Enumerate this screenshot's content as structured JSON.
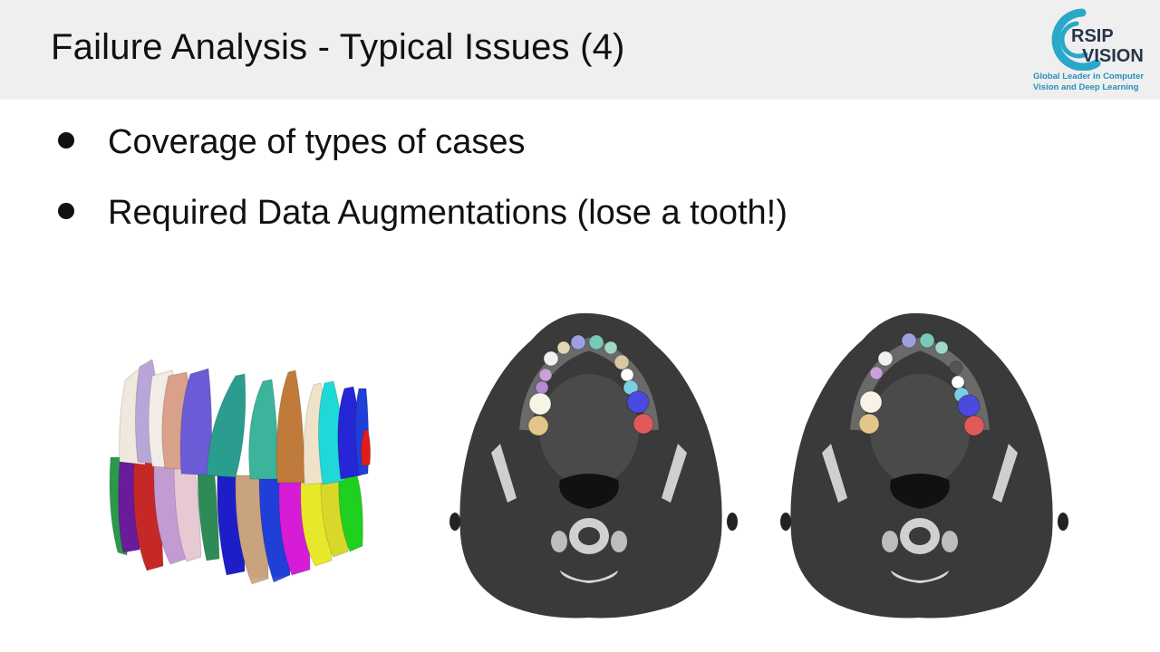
{
  "slide": {
    "title": "Failure Analysis - Typical Issues (4)",
    "bullets": [
      "Coverage of types of cases",
      "Required Data Augmentations (lose a tooth!)"
    ]
  },
  "logo": {
    "line1": "RSIP",
    "line2": "VISION",
    "tagline_1": "Global Leader in Computer",
    "tagline_2": "Vision and Deep Learning",
    "colors": {
      "arc": "#2aa8c9",
      "text": "#27344a",
      "tagline": "#2a8fb8"
    }
  },
  "figures": {
    "teeth_3d": "3d-teeth-segmentation",
    "ct_full": "ct-scan-all-teeth",
    "ct_missing": "ct-scan-tooth-removed"
  }
}
